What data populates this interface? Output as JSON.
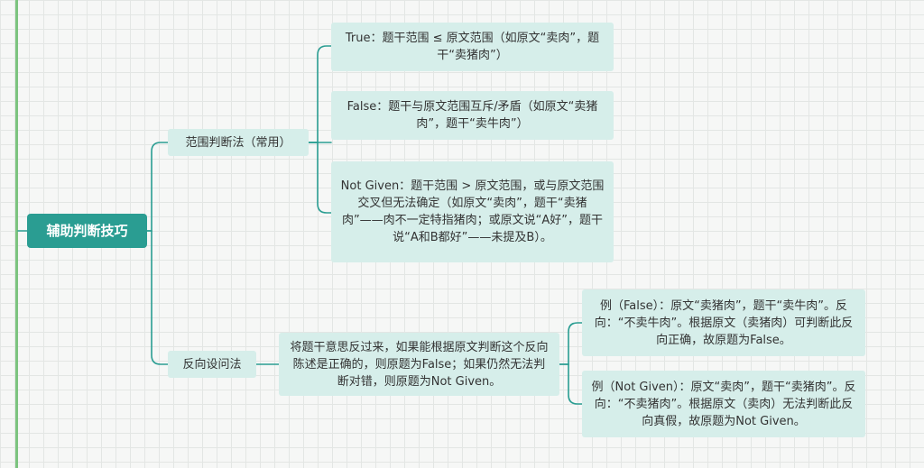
{
  "root": {
    "label": "辅助判断技巧"
  },
  "branches": [
    {
      "label": "范围判断法（常用）",
      "children": [
        {
          "text": "True：题干范围 ≤ 原文范围（如原文“卖肉”，题干“卖猪肉”）"
        },
        {
          "text": "False：题干与原文范围互斥/矛盾（如原文“卖猪肉”，题干“卖牛肉”）"
        },
        {
          "text": "Not Given：题干范围 > 原文范围，或与原文范围交叉但无法确定（如原文“卖肉”，题干“卖猪肉”——肉不一定特指猪肉；或原文说“A好”，题干说“A和B都好”——未提及B）。"
        }
      ]
    },
    {
      "label": "反向设问法",
      "detail": "将题干意思反过来，如果能根据原文判断这个反向陈述是正确的，则原题为False；如果仍然无法判断对错，则原题为Not Given。",
      "examples": [
        {
          "text": "例（False）：原文“卖猪肉”，题干“卖牛肉”。反向：“不卖牛肉”。根据原文（卖猪肉）可判断此反向正确，故原题为False。"
        },
        {
          "text": "例（Not Given）：原文“卖肉”，题干“卖猪肉”。反向：“不卖猪肉”。根据原文（卖肉）无法判断此反向真假，故原题为Not Given。"
        }
      ]
    }
  ],
  "colors": {
    "root_fill": "#2a9d92",
    "node_fill": "#d6eeea",
    "connector": "#2a9d92",
    "side_bar": "#7cc47f"
  }
}
